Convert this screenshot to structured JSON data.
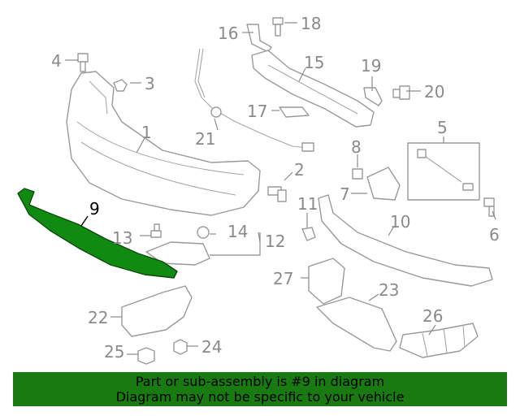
{
  "diagram": {
    "callouts": {
      "c1": "1",
      "c2": "2",
      "c3": "3",
      "c4": "4",
      "c5": "5",
      "c6": "6",
      "c7": "7",
      "c8": "8",
      "c9": "9",
      "c10": "10",
      "c11": "11",
      "c12": "12",
      "c13": "13",
      "c14": "14",
      "c15": "15",
      "c16": "16",
      "c17": "17",
      "c18": "18",
      "c19": "19",
      "c20": "20",
      "c21": "21",
      "c22": "22",
      "c23": "23",
      "c24": "24",
      "c25": "25",
      "c26": "26",
      "c27": "27"
    },
    "highlighted_part": "9",
    "highlight_color": "#118a11"
  },
  "banner": {
    "line1": "Part or sub-assembly is #9 in diagram",
    "line2": "Diagram may not be specific to your vehicle",
    "background": "#1a7a12"
  }
}
